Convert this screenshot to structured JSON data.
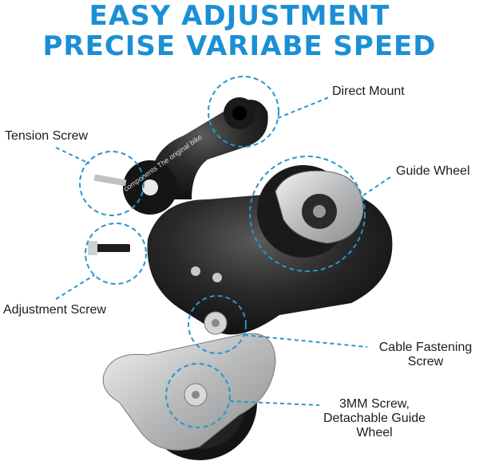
{
  "headline": {
    "line1": "EASY ADJUSTMENT",
    "line2": "PRECISE VARIABE SPEED"
  },
  "callouts": {
    "direct_mount": "Direct Mount",
    "tension_screw": "Tension Screw",
    "guide_wheel": "Guide Wheel",
    "adjustment_screw": "Adjustment Screw",
    "cable_fastening_1": "Cable Fastening",
    "cable_fastening_2": "Screw",
    "screw_3mm_1": "3MM Screw,",
    "screw_3mm_2": "Detachable Guide",
    "screw_3mm_3": "Wheel"
  },
  "product_text": "components The original bike",
  "colors": {
    "headline": "#1b8fd6",
    "callout_ring": "#2a95c9",
    "body": "#1e1e1e",
    "silver": "#c9cbcd"
  }
}
